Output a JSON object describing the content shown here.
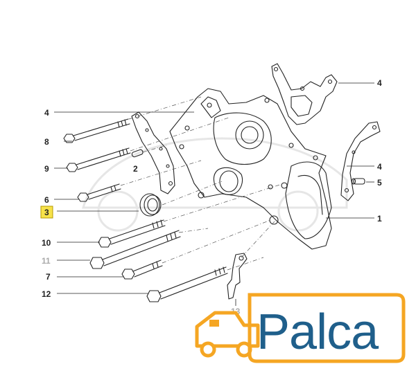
{
  "callouts": [
    {
      "id": "c4a",
      "text": "4"
    },
    {
      "id": "c4b",
      "text": "4"
    },
    {
      "id": "c4c",
      "text": "4"
    },
    {
      "id": "c8",
      "text": "8"
    },
    {
      "id": "c9",
      "text": "9"
    },
    {
      "id": "c2",
      "text": "2"
    },
    {
      "id": "c6",
      "text": "6"
    },
    {
      "id": "c3",
      "text": "3"
    },
    {
      "id": "c10",
      "text": "10"
    },
    {
      "id": "c11",
      "text": "11"
    },
    {
      "id": "c7",
      "text": "7"
    },
    {
      "id": "c12",
      "text": "12"
    },
    {
      "id": "c1",
      "text": "1"
    },
    {
      "id": "c5",
      "text": "5"
    },
    {
      "id": "c13",
      "text": "13"
    }
  ],
  "logo": {
    "text": "Palca",
    "accent": "#f5a623",
    "brand": "#1f5f8b"
  },
  "colors": {
    "highlight": "#f7e24a",
    "ink": "#222222"
  }
}
